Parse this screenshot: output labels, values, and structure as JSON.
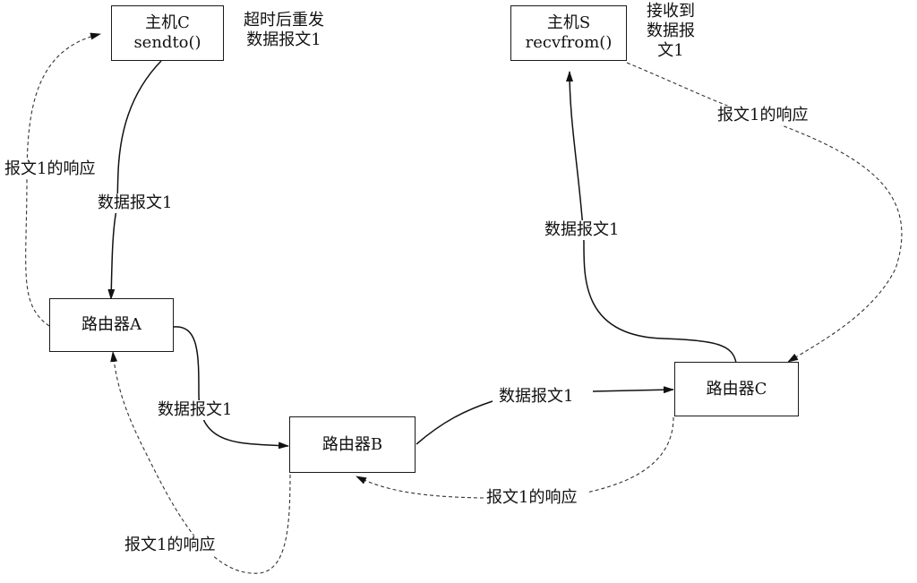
{
  "nodes": {
    "host_c": {
      "name": "主机C",
      "call": "sendto()"
    },
    "host_s": {
      "name": "主机S",
      "call": "recvfrom()"
    },
    "router_a": {
      "name": "路由器A"
    },
    "router_b": {
      "name": "路由器B"
    },
    "router_c": {
      "name": "路由器C"
    }
  },
  "notes": {
    "host_c_note": [
      "超时后重发",
      "数据报文1"
    ],
    "host_s_note": [
      "接收到",
      "数据报",
      "文1"
    ]
  },
  "edges": {
    "c_to_a": "数据报文1",
    "a_to_b": "数据报文1",
    "b_to_rc": "数据报文1",
    "rc_to_s": "数据报文1",
    "s_to_rc_resp": "报文1的响应",
    "rc_to_b_resp": "报文1的响应",
    "b_to_a_resp": "报文1的响应",
    "a_to_c_resp": "报文1的响应"
  }
}
